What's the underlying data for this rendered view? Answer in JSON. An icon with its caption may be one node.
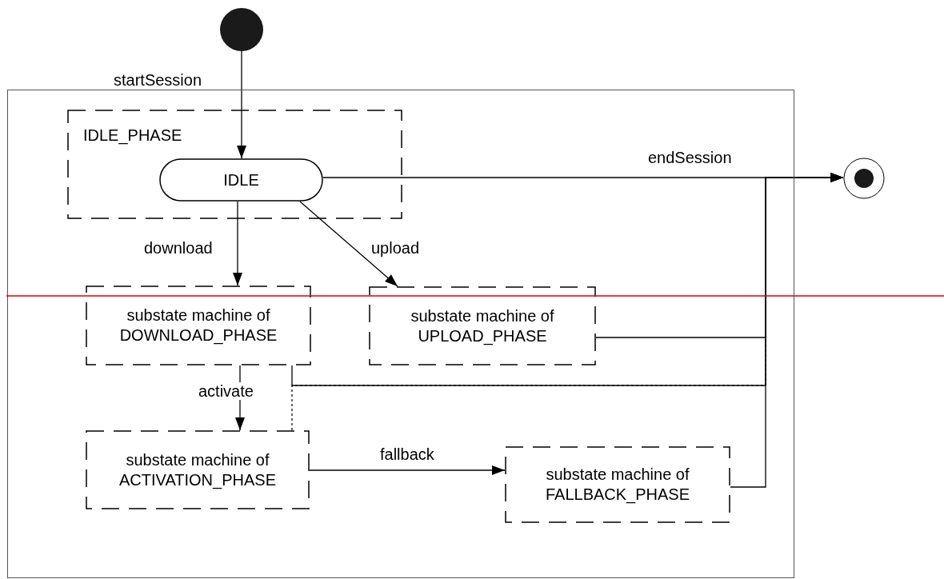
{
  "diagram": {
    "nodes": [
      {
        "text": [],
        "shape": "circle"
      },
      {
        "text": [],
        "shape": "box"
      },
      {
        "text": [
          "IDLE_PHASE"
        ],
        "in": 1
      },
      {
        "text": [
          "IDLE"
        ],
        "in": 2
      },
      {
        "text": [
          "substate machine of DOWNLOAD_PHASE"
        ],
        "in": 1
      },
      {
        "text": [
          "substate machine of UPLOAD_PHASE"
        ],
        "in": 1
      },
      {
        "text": [
          "substate machine of ACTIVATION_PHASE"
        ],
        "in": 1
      },
      {
        "text": [
          "substate machine of FALLBACK_PHASE"
        ],
        "in": 1
      },
      {
        "text": [],
        "shape": "circle"
      }
    ],
    "edges": [
      {
        "from": 0,
        "to": 3,
        "arrow": "to",
        "label": "startSession"
      },
      {
        "from": 3,
        "to": 8,
        "arrow": "to",
        "label": "endSession"
      },
      {
        "from": 3,
        "to": 4,
        "arrow": "to",
        "label": "download"
      },
      {
        "from": 3,
        "to": 5,
        "arrow": "to",
        "label": "upload"
      },
      {
        "from": 4,
        "to": 6,
        "arrow": "to",
        "label": "activate"
      },
      {
        "from": 6,
        "to": 7,
        "arrow": "to",
        "label": "fallback"
      },
      {
        "from": 5,
        "to": 8,
        "arrow": "to"
      },
      {
        "from": 4,
        "to": 8,
        "arrow": "to"
      },
      {
        "from": 6,
        "to": 8,
        "arrow": "to",
        "style": "dashed"
      },
      {
        "from": 7,
        "to": 8,
        "arrow": "to"
      }
    ]
  }
}
